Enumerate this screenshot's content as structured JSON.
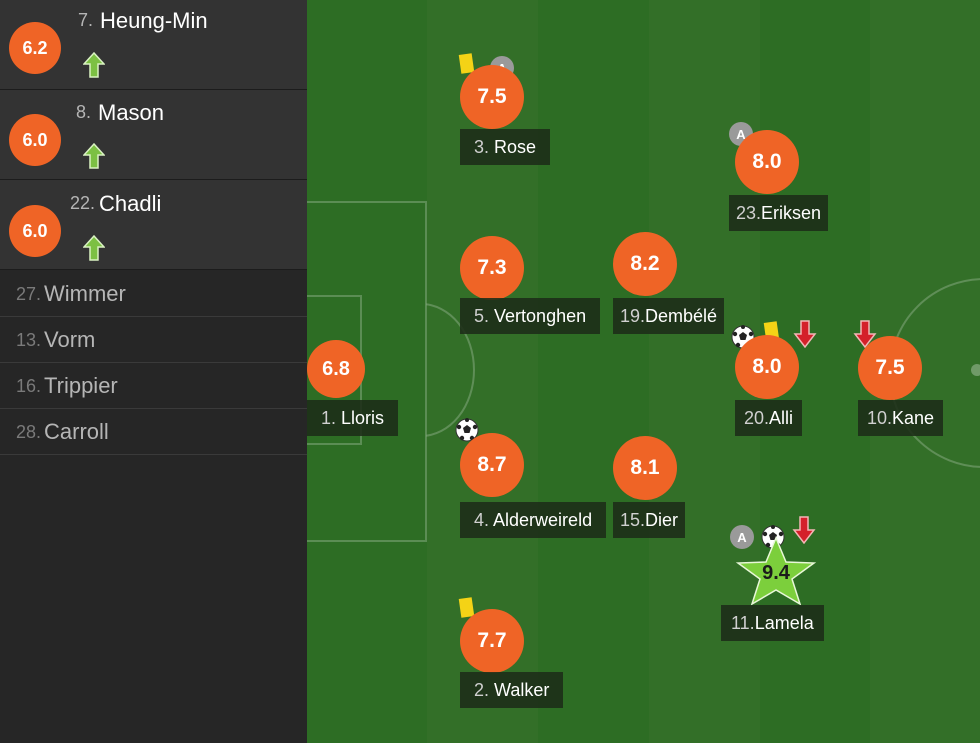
{
  "colors": {
    "rating": "#ef6426",
    "star": "#7ccf3c",
    "yellow_card": "#f4d316",
    "sub_off": "#d4202a",
    "sub_on": "#7cc043",
    "captain": "#9a9a9a"
  },
  "subs_on": [
    {
      "rating": "6.2",
      "number": "7.",
      "name": "Heung-Min",
      "icon": "sub-on-arrow-icon"
    },
    {
      "rating": "6.0",
      "number": "8.",
      "name": "Mason",
      "icon": "sub-on-arrow-icon"
    },
    {
      "rating": "6.0",
      "number": "22.",
      "name": "Chadli",
      "icon": "sub-on-arrow-icon"
    }
  ],
  "bench": [
    {
      "number": "27.",
      "name": "Wimmer"
    },
    {
      "number": "13.",
      "name": "Vorm"
    },
    {
      "number": "16.",
      "name": "Trippier"
    },
    {
      "number": "28.",
      "name": "Carroll"
    }
  ],
  "captain_mark": "A",
  "players": {
    "rose": {
      "rating": "7.5",
      "number": "3.",
      "name": "Rose",
      "icons": [
        "yellow-card-icon",
        "assist-icon"
      ]
    },
    "eriksen": {
      "rating": "8.0",
      "number": "23.",
      "name": "Eriksen",
      "icons": [
        "assist-icon"
      ]
    },
    "vertonghen": {
      "rating": "7.3",
      "number": "5.",
      "name": "Vertonghen",
      "icons": []
    },
    "dembele": {
      "rating": "8.2",
      "number": "19.",
      "name": "Dembélé",
      "icons": []
    },
    "lloris": {
      "rating": "6.8",
      "number": "1.",
      "name": "Lloris",
      "icons": []
    },
    "alli": {
      "rating": "8.0",
      "number": "20.",
      "name": "Alli",
      "icons": [
        "goal-icon",
        "yellow-card-icon",
        "sub-off-arrow-icon"
      ]
    },
    "kane": {
      "rating": "7.5",
      "number": "10.",
      "name": "Kane",
      "icons": [
        "sub-off-arrow-icon"
      ]
    },
    "alderweireld": {
      "rating": "8.7",
      "number": "4.",
      "name": "Alderweireld",
      "icons": [
        "goal-icon"
      ]
    },
    "dier": {
      "rating": "8.1",
      "number": "15.",
      "name": "Dier",
      "icons": []
    },
    "lamela": {
      "rating": "9.4",
      "number": "11.",
      "name": "Lamela",
      "man_of_the_match": true,
      "icons": [
        "assist-icon",
        "goal-icon",
        "sub-off-arrow-icon"
      ]
    },
    "walker": {
      "rating": "7.7",
      "number": "2.",
      "name": "Walker",
      "icons": [
        "yellow-card-icon"
      ]
    }
  }
}
